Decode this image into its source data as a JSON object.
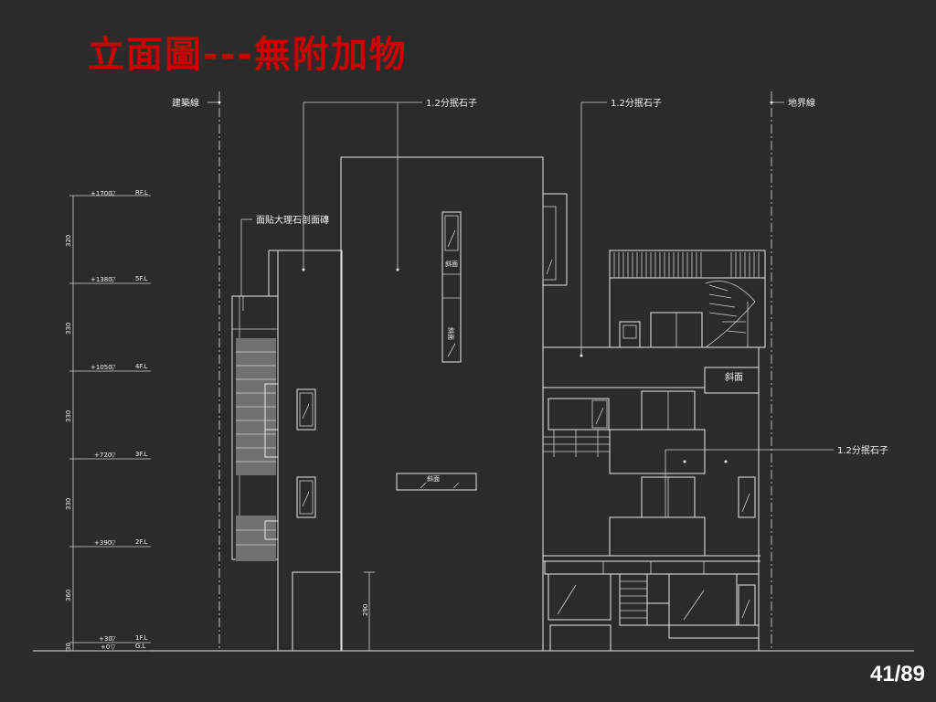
{
  "title": "立面圖---無附加物",
  "page_number": "41/89",
  "colors": {
    "background": "#2b2b2b",
    "title": "#cc0000",
    "lines": "#e8e8e8"
  },
  "labels": {
    "building_line": "建築線",
    "boundary_line": "地界線",
    "wash_stone_1": "1.2分抿石子",
    "wash_stone_2": "1.2分抿石子",
    "wash_stone_3": "1.2分抿石子",
    "marble_tile": "面貼大理石剖面磚",
    "slope_big": "斜面",
    "slope_window_top": "斜面",
    "slope_window_lower": "斜面",
    "slope_center": "斜面"
  },
  "levels": [
    {
      "elev": "+1700",
      "floor": "RF.L"
    },
    {
      "elev": "+1380",
      "floor": "5F.L"
    },
    {
      "elev": "+1050",
      "floor": "4F.L"
    },
    {
      "elev": "+720",
      "floor": "3F.L"
    },
    {
      "elev": "+390",
      "floor": "2F.L"
    },
    {
      "elev": "+30",
      "floor": "1F.L"
    },
    {
      "elev": "+0",
      "floor": "G.L"
    }
  ],
  "dimensions": {
    "d1": "320",
    "d2": "330",
    "d3": "330",
    "d4": "330",
    "d5": "360",
    "d6": "30",
    "door_height": "290"
  }
}
